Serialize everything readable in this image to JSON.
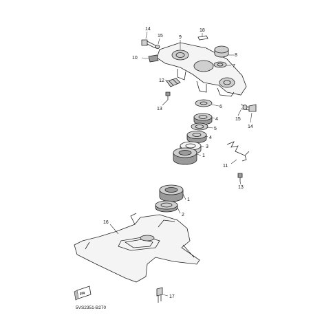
{
  "labels": {
    "n14a": "14",
    "n15a": "15",
    "n9": "9",
    "n18": "18",
    "n8": "8",
    "n10": "10",
    "n7": "7",
    "n12": "12",
    "n13a": "13",
    "n6": "6",
    "n15b": "15",
    "n14b": "14",
    "n4a": "4",
    "n5": "5",
    "n4b": "4",
    "n3": "3",
    "n1a": "1",
    "n11": "11",
    "n13b": "13",
    "n1b": "1",
    "n2": "2",
    "n16": "16",
    "n17": "17"
  },
  "fr_badge": "FR",
  "diagram_code": "5VS2351-B270"
}
